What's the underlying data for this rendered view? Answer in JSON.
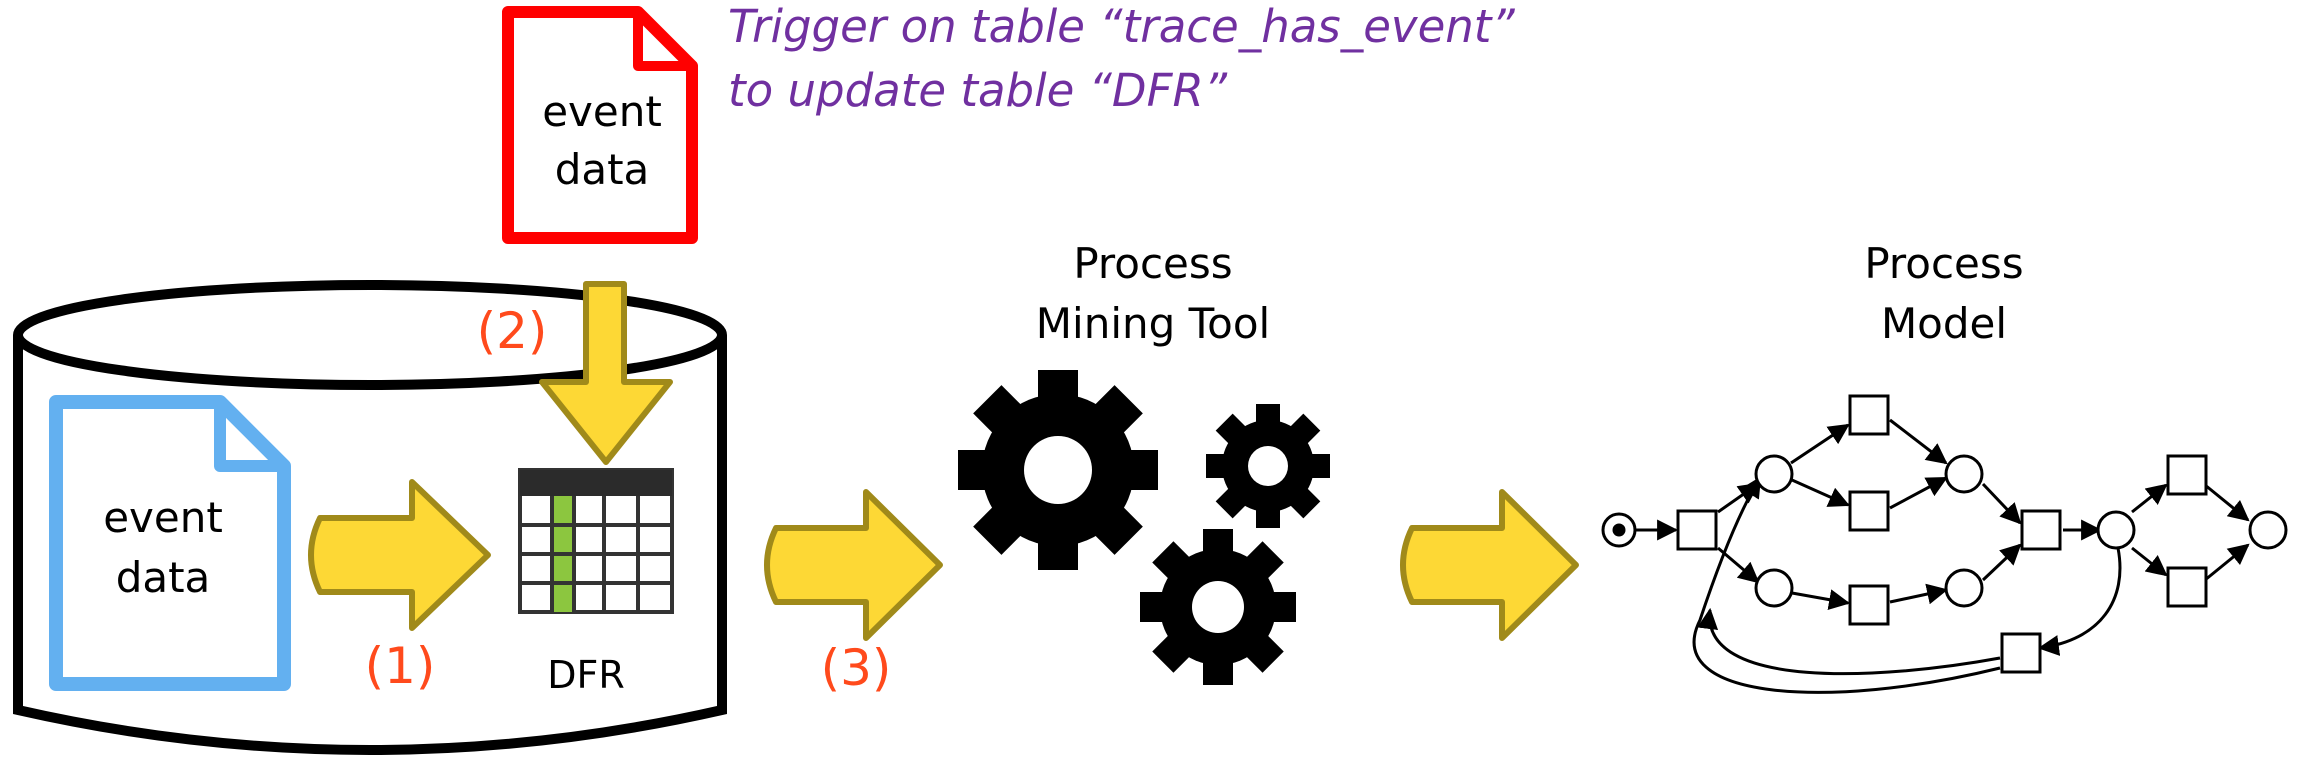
{
  "trigger": {
    "line1": "Trigger on table “trace_has_event”",
    "line2": "to update table “DFR”",
    "color": "#7030a0"
  },
  "red_document": {
    "line1": "event",
    "line2": "data",
    "color": "#ff0000"
  },
  "blue_document": {
    "line1": "event",
    "line2": "data",
    "color": "#63b0f0"
  },
  "steps": {
    "one": "(1)",
    "two": "(2)",
    "three": "(3)",
    "color": "#ff4a1c"
  },
  "dfr": {
    "label": "DFR",
    "icon": "table-icon",
    "accent": "#8cc63f"
  },
  "tool": {
    "line1": "Process",
    "line2": "Mining Tool",
    "icon": "gears-icon"
  },
  "model": {
    "line1": "Process",
    "line2": "Model",
    "icon": "petri-net-icon"
  },
  "colors": {
    "arrow_fill": "#fdd835",
    "arrow_stroke": "#a08a1a"
  }
}
